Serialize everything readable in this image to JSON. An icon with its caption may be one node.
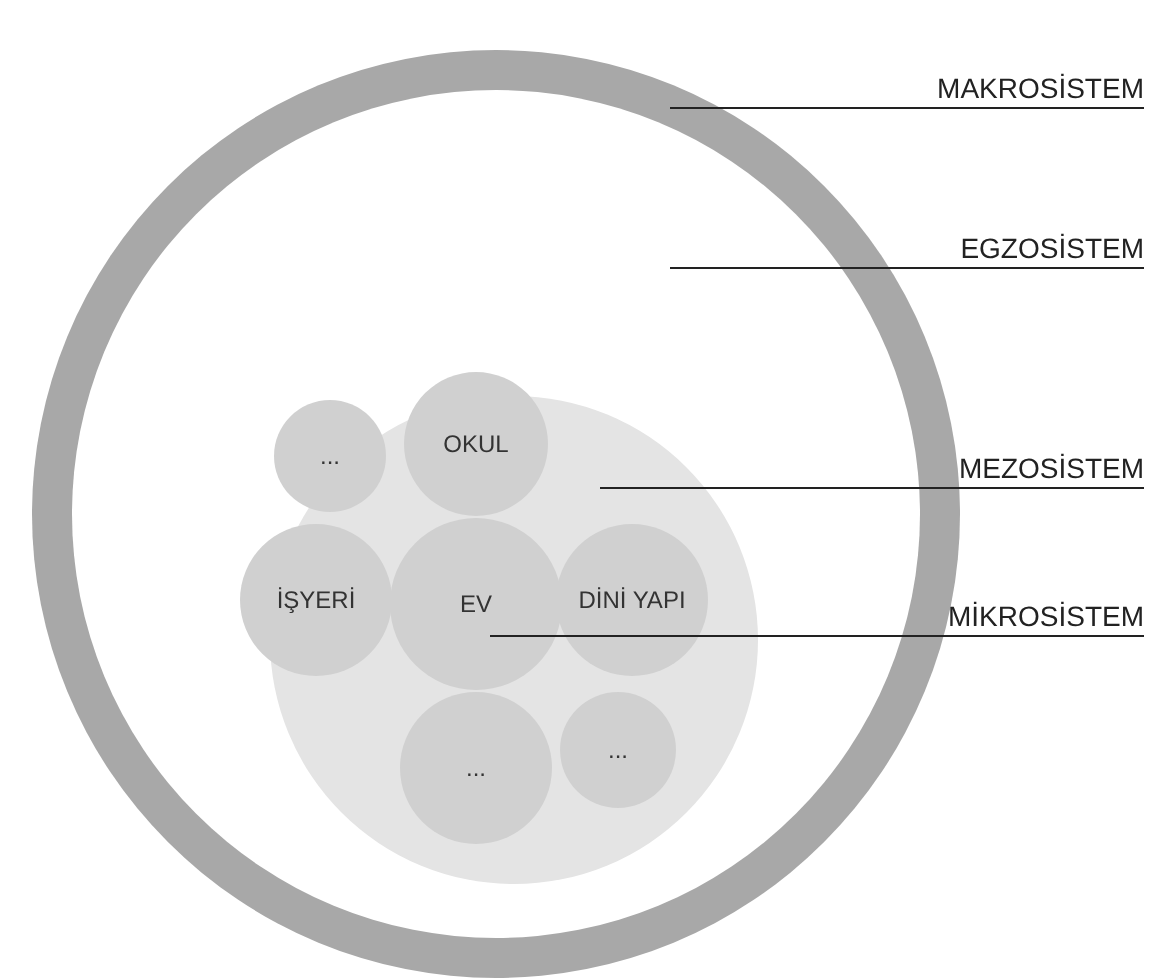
{
  "diagram": {
    "nodes": [
      {
        "text": [],
        "shape": "circle"
      },
      {
        "text": [],
        "shape": "circle",
        "in": 0
      },
      {
        "text": [],
        "shape": "circle",
        "in": 1
      },
      {
        "text": [
          "..."
        ],
        "in": 2
      },
      {
        "text": [
          "OKUL"
        ],
        "in": 2
      },
      {
        "text": [
          "İŞYERİ"
        ],
        "in": 2
      },
      {
        "text": [
          "EV"
        ],
        "in": 2
      },
      {
        "text": [
          "DİNİ YAPI"
        ],
        "in": 2
      },
      {
        "text": [
          "..."
        ],
        "in": 2
      },
      {
        "text": [
          "..."
        ],
        "in": 2
      },
      {
        "text": [
          "MAKROSİSTEM"
        ]
      },
      {
        "text": [
          "EGZOSİSTEM"
        ]
      },
      {
        "text": [
          "MEZOSİSTEM"
        ]
      },
      {
        "text": [
          "MİKROSİSTEM"
        ]
      }
    ],
    "edges": [
      {
        "from": 10,
        "to": 0,
        "arrow": "none"
      },
      {
        "from": 11,
        "to": 1,
        "arrow": "none"
      },
      {
        "from": 12,
        "to": 2,
        "arrow": "none"
      },
      {
        "from": 13,
        "to": 6,
        "arrow": "none"
      }
    ]
  }
}
